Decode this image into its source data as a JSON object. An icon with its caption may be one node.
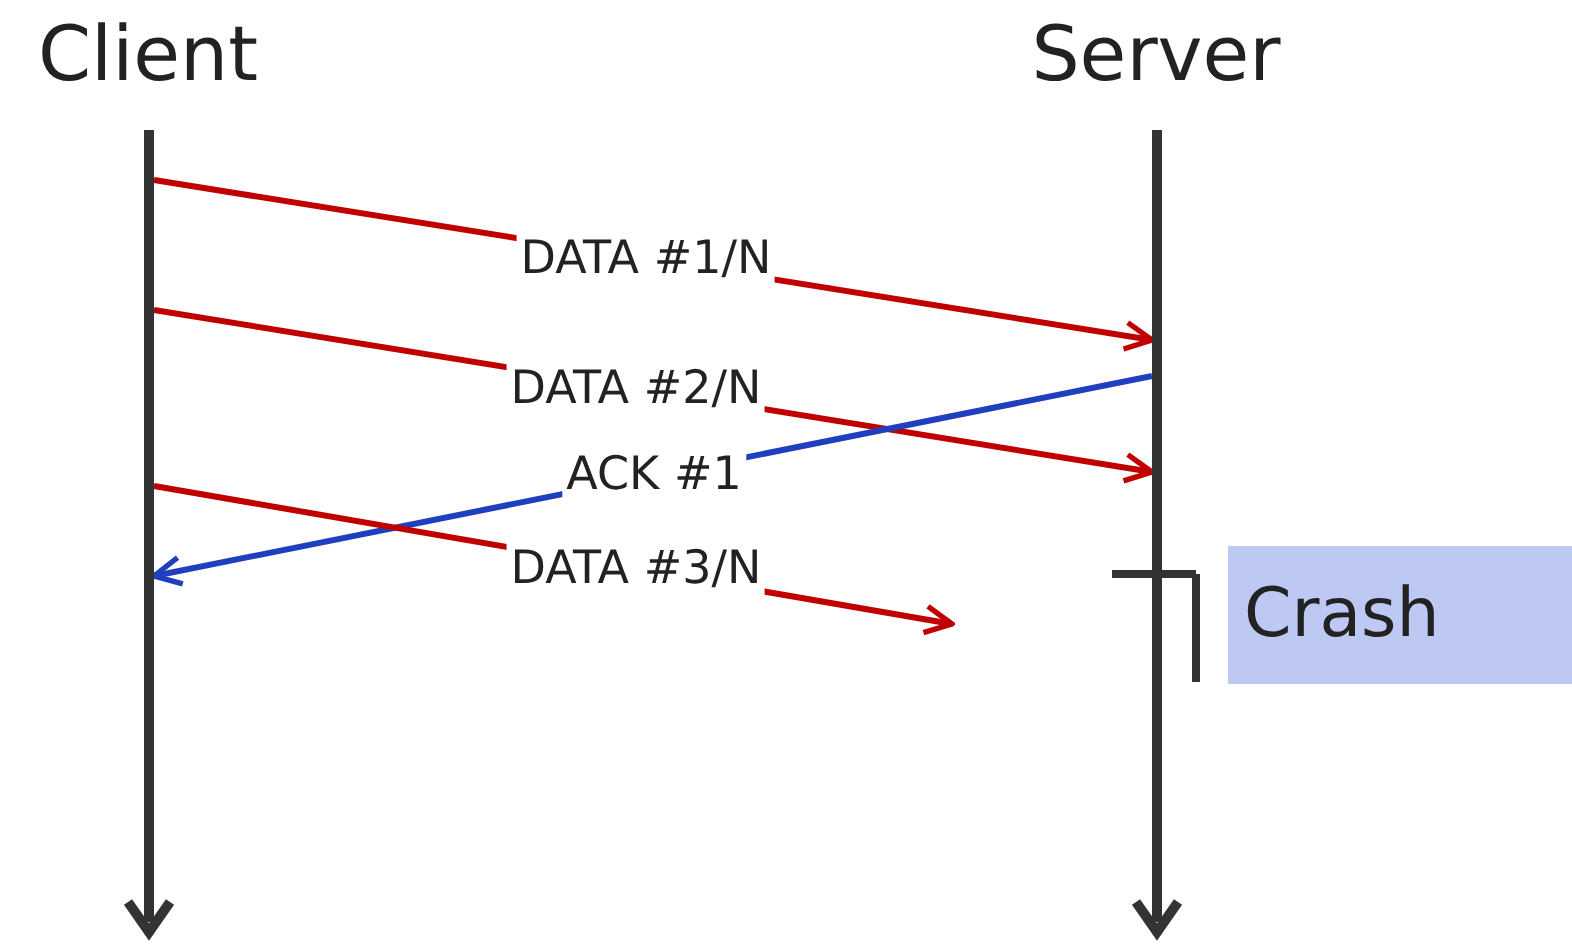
{
  "diagram": {
    "nodes": [
      {
        "text": [
          "Client"
        ]
      },
      {
        "text": [
          "Server"
        ]
      },
      {
        "text": [],
        "shape": "bar"
      },
      {
        "text": [],
        "shape": "bar"
      },
      {
        "text": [
          "Crash"
        ]
      }
    ],
    "edges": [
      {
        "from": 2,
        "to": 3,
        "arrow": "to",
        "label": "DATA #1/N",
        "color": "#c00000"
      },
      {
        "from": 2,
        "to": 3,
        "arrow": "to",
        "label": "DATA #2/N",
        "color": "#c00000"
      },
      {
        "from": 3,
        "to": 2,
        "arrow": "to",
        "label": "ACK #1",
        "color": "#1f3fbf"
      },
      {
        "from": 2,
        "to": null,
        "arrow": "to",
        "label": "DATA #3/N",
        "color": "#c00000"
      }
    ]
  }
}
